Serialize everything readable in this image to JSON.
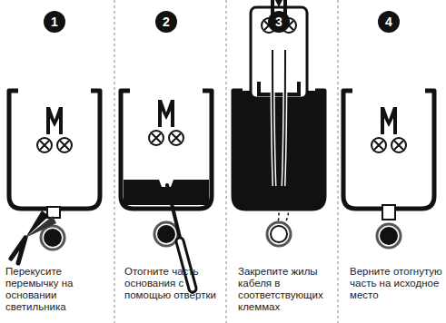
{
  "diagram": {
    "nodes": [
      {
        "text": [
          "1"
        ]
      },
      {
        "text": [
          "2"
        ]
      },
      {
        "text": [
          "3"
        ]
      },
      {
        "text": [
          "4"
        ]
      }
    ],
    "labels": [
      "Перекусите перемычку на основании светильника",
      "Отогните часть основания с помощью отвертки",
      "Закрепите жилы кабеля в соответствующих клеммах",
      "Верните отогнутую часть на исходное место"
    ]
  }
}
